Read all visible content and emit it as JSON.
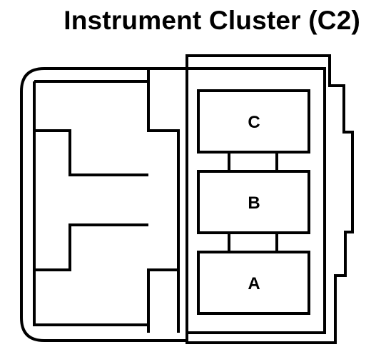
{
  "title": "Instrument Cluster (C2)",
  "connector": {
    "pins": [
      {
        "label": "C"
      },
      {
        "label": "B"
      },
      {
        "label": "A"
      }
    ]
  }
}
